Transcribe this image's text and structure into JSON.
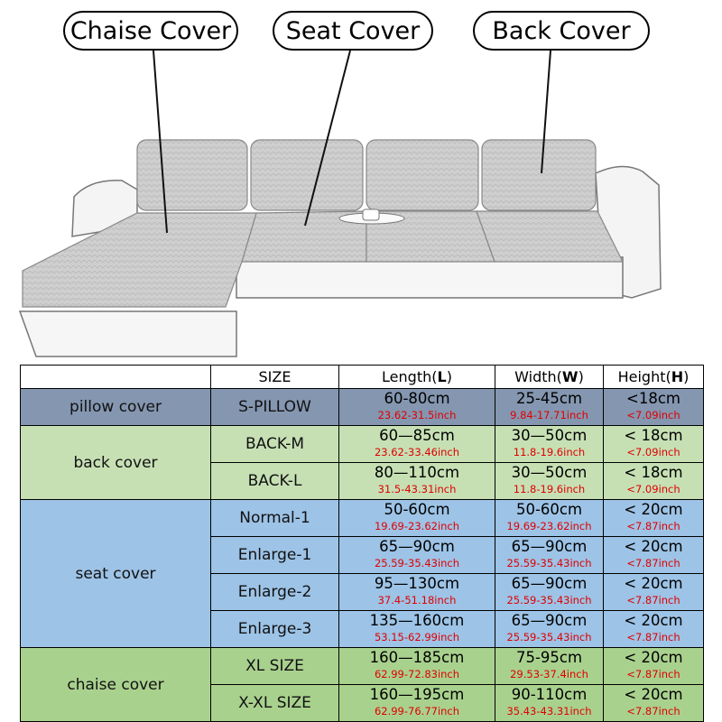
{
  "callouts": {
    "chaise": "Chaise Cover",
    "seat": "Seat Cover",
    "back": "Back Cover"
  },
  "table": {
    "headers": {
      "size": "SIZE",
      "length_prefix": "Length(",
      "length_key": "L",
      "width_prefix": "Width(",
      "width_key": "W",
      "height_prefix": "Height(",
      "height_key": "H",
      "close": ")"
    },
    "groups": {
      "pillow": "pillow cover",
      "back": "back cover",
      "seat": "seat cover",
      "chaise": "chaise cover"
    },
    "rows": [
      {
        "size": "S-PILLOW",
        "l_cm": "60-80cm",
        "l_in": "23.62-31.5inch",
        "w_cm": "25-45cm",
        "w_in": "9.84-17.71inch",
        "h_cm": "<18cm",
        "h_in": "<7.09inch"
      },
      {
        "size": "BACK-M",
        "l_cm": "60—85cm",
        "l_in": "23.62-33.46inch",
        "w_cm": "30—50cm",
        "w_in": "11.8-19.6inch",
        "h_cm": "< 18cm",
        "h_in": "<7.09inch"
      },
      {
        "size": "BACK-L",
        "l_cm": "80—110cm",
        "l_in": "31.5-43.31inch",
        "w_cm": "30—50cm",
        "w_in": "11.8-19.6inch",
        "h_cm": "< 18cm",
        "h_in": "<7.09inch"
      },
      {
        "size": "Normal-1",
        "l_cm": "50-60cm",
        "l_in": "19.69-23.62inch",
        "w_cm": "50-60cm",
        "w_in": "19.69-23.62inch",
        "h_cm": "< 20cm",
        "h_in": "<7.87inch"
      },
      {
        "size": "Enlarge-1",
        "l_cm": "65—90cm",
        "l_in": "25.59-35.43inch",
        "w_cm": "65—90cm",
        "w_in": "25.59-35.43inch",
        "h_cm": "< 20cm",
        "h_in": "<7.87inch"
      },
      {
        "size": "Enlarge-2",
        "l_cm": "95—130cm",
        "l_in": "37.4-51.18inch",
        "w_cm": "65—90cm",
        "w_in": "25.59-35.43inch",
        "h_cm": "< 20cm",
        "h_in": "<7.87inch"
      },
      {
        "size": "Enlarge-3",
        "l_cm": "135—160cm",
        "l_in": "53.15-62.99inch",
        "w_cm": "65—90cm",
        "w_in": "25.59-35.43inch",
        "h_cm": "< 20cm",
        "h_in": "<7.87inch"
      },
      {
        "size": "XL SIZE",
        "l_cm": "160—185cm",
        "l_in": "62.99-72.83inch",
        "w_cm": "75-95cm",
        "w_in": "29.53-37.4inch",
        "h_cm": "< 20cm",
        "h_in": "<7.87inch"
      },
      {
        "size": "X-XL SIZE",
        "l_cm": "160—195cm",
        "l_in": "62.99-76.77inch",
        "w_cm": "90-110cm",
        "w_in": "35.43-43.31inch",
        "h_cm": "< 20cm",
        "h_in": "<7.87inch"
      }
    ]
  },
  "colors": {
    "pillow": "#8496b0",
    "back": "#c6e0b4",
    "seat": "#9dc3e6",
    "chaise": "#a9d18e",
    "inch_text": "#e00000"
  }
}
